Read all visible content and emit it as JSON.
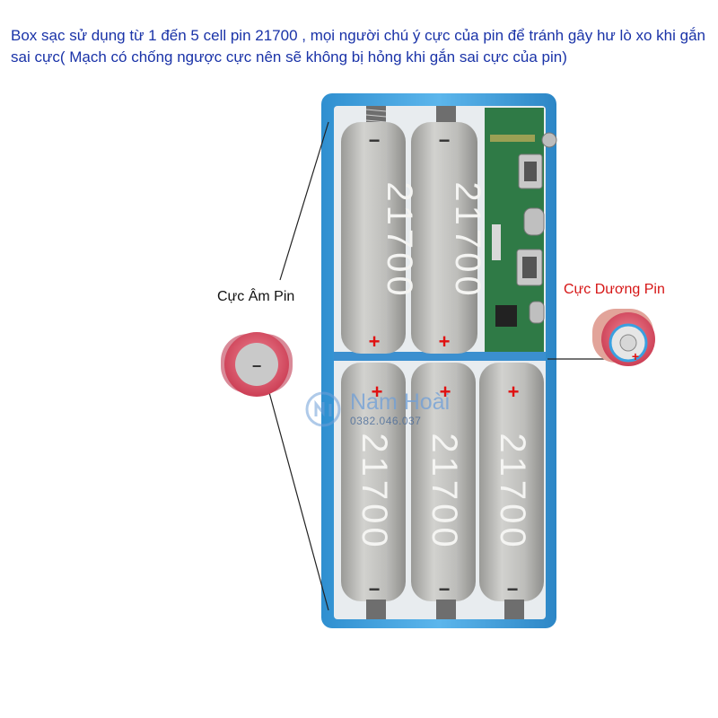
{
  "caption": "Box sạc sử dụng từ 1 đến 5 cell pin 21700 , mọi người chú ý cực của pin để tránh gây hư lò xo khi gắn sai cực( Mạch có chống ngược cực nên sẽ không bị hỏng khi gắn sai cực của pin)",
  "labels": {
    "negative_terminal": "Cực Âm Pin",
    "positive_terminal": "Cực Dương Pin"
  },
  "battery": {
    "model": "21700",
    "plus_sign": "+",
    "minus_sign": "−"
  },
  "watermark": {
    "brand": "Nam Hoài",
    "phone": "0382.046.037"
  },
  "colors": {
    "caption_text": "#1a33a8",
    "positive_label": "#d61515",
    "case_blue": "#3fa3e0",
    "battery_gray": "#b9b9b6",
    "pcb_green": "#2f7a46",
    "terminal_pink": "#e0566e"
  },
  "icons": [
    "coil-spring-icon",
    "usb-port-icon",
    "nam-hoai-logo-icon"
  ]
}
